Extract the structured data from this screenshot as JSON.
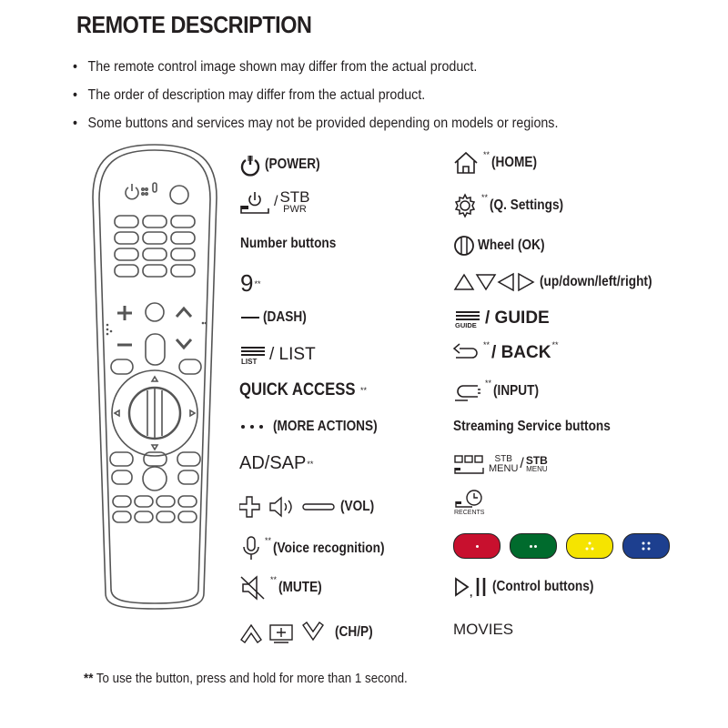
{
  "title": "REMOTE DESCRIPTION",
  "bullets": [
    "The remote control image shown may differ from the actual product.",
    "The order of description may differ from the actual product.",
    "Some buttons and services may not be provided depending on models or regions."
  ],
  "left_col": {
    "power": "(POWER)",
    "stb_top": "STB",
    "stb_bottom": "PWR",
    "number_buttons": "Number buttons",
    "nine": "9",
    "dash": "(DASH)",
    "list": "/ LIST",
    "quick_access": "QUICK ACCESS",
    "more_actions": "(MORE ACTIONS)",
    "ad_sap": "AD/SAP",
    "vol": "(VOL)",
    "voice": "(Voice recognition)",
    "mute": "(MUTE)",
    "chp": "(CH/P)"
  },
  "right_col": {
    "home": "(HOME)",
    "q_settings": "(Q. Settings)",
    "wheel": "Wheel (OK)",
    "arrows": "(up/down/left/right)",
    "guide_icon": "GUIDE",
    "guide": "/ GUIDE",
    "back": "/ BACK",
    "input": "(INPUT)",
    "streaming": "Streaming Service buttons",
    "menu_top": "STB",
    "menu_bottom": "MENU",
    "recents": "RECENTS",
    "control": "(Control buttons)",
    "movies": "MOVIES"
  },
  "stars": "**",
  "footnote_mark": "**",
  "footnote": "To use the button, press and hold for more than 1 second.",
  "colors": {
    "red": "#c8102e",
    "green": "#006b2d",
    "yellow": "#f5e400",
    "blue": "#1d3f8f"
  }
}
